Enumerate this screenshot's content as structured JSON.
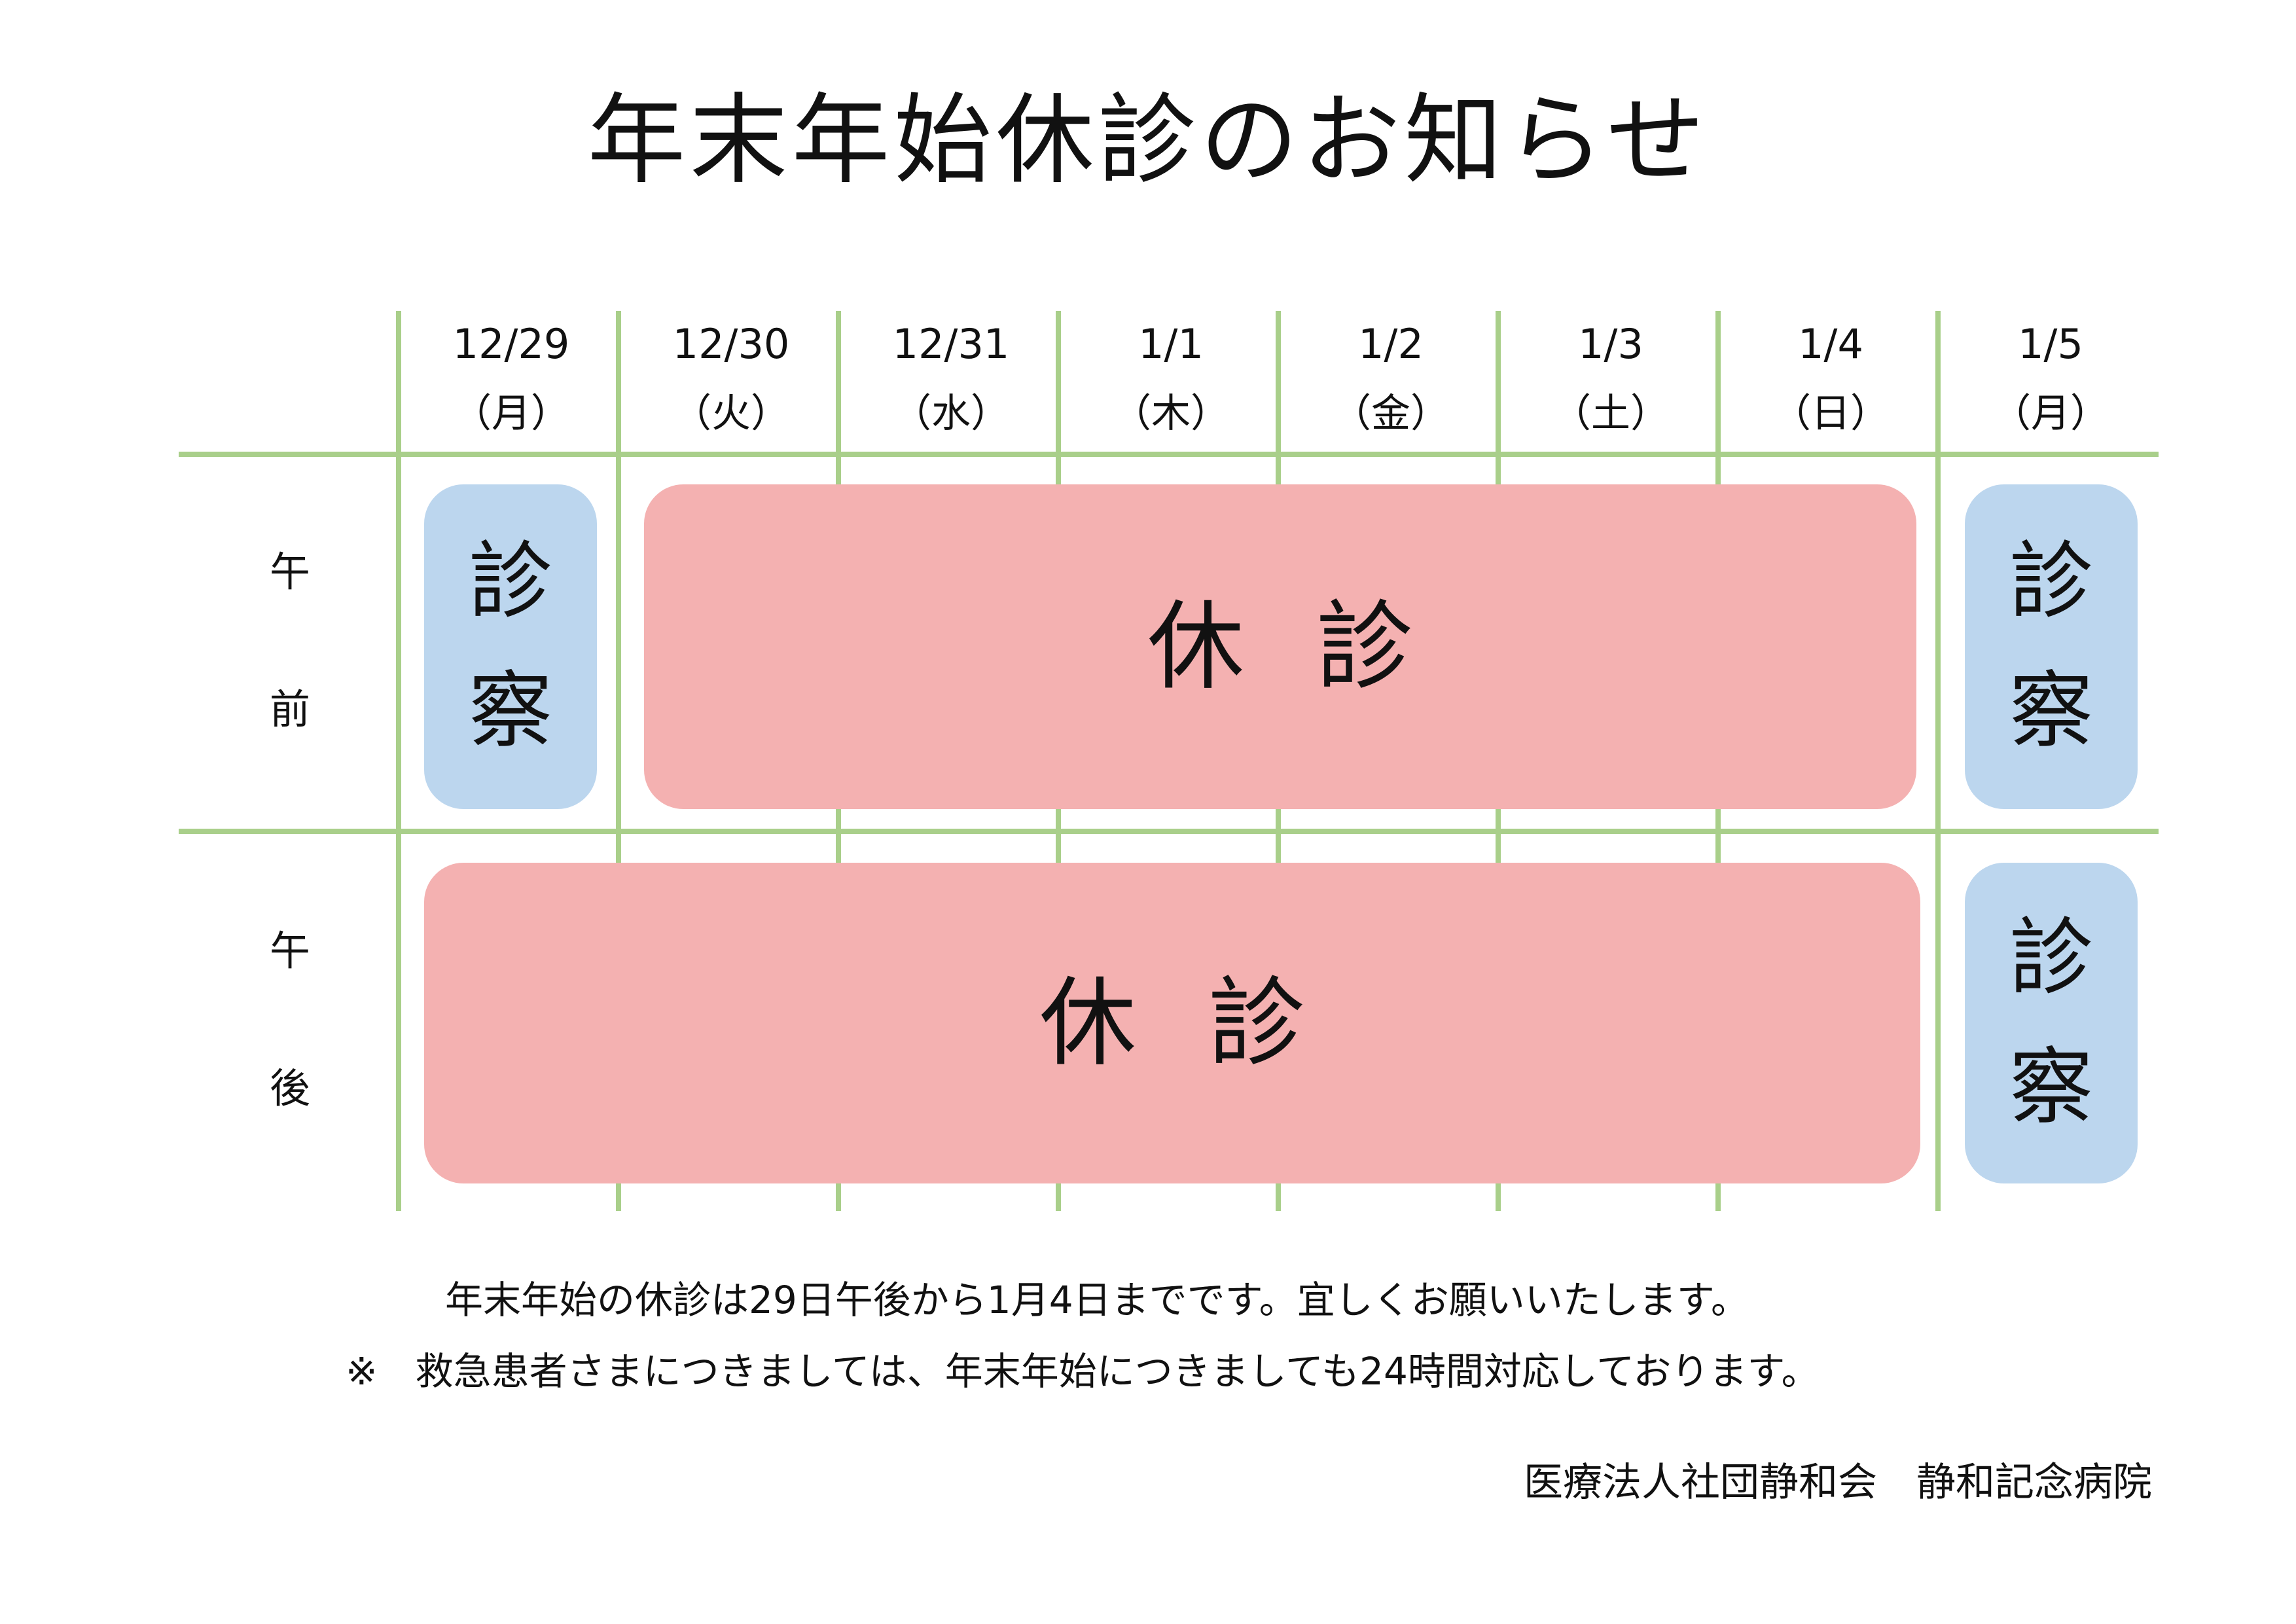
{
  "title": "年末年始休診のお知らせ",
  "columns": [
    {
      "date": "12/29",
      "weekday": "（月）"
    },
    {
      "date": "12/30",
      "weekday": "（火）"
    },
    {
      "date": "12/31",
      "weekday": "（水）"
    },
    {
      "date": "1/1",
      "weekday": "（木）"
    },
    {
      "date": "1/2",
      "weekday": "（金）"
    },
    {
      "date": "1/3",
      "weekday": "（土）"
    },
    {
      "date": "1/4",
      "weekday": "（日）"
    },
    {
      "date": "1/5",
      "weekday": "（月）"
    }
  ],
  "rows": {
    "morning": {
      "char1": "午",
      "char2": "前"
    },
    "afternoon": {
      "char1": "午",
      "char2": "後"
    }
  },
  "blocks": {
    "open_char1": "診",
    "open_char2": "察",
    "closed_label": "休診"
  },
  "notes": {
    "line1": "年末年始の休診は29日午後から1月4日までです。宜しくお願いいたします。",
    "line2": "※　救急患者さまにつきましては、年末年始につきましても24時間対応しております。"
  },
  "footer": "医療法人社団静和会　静和記念病院",
  "colors": {
    "grid": "#a9cf8a",
    "open": "#bcd6ee",
    "closed": "#f4b1b1"
  }
}
